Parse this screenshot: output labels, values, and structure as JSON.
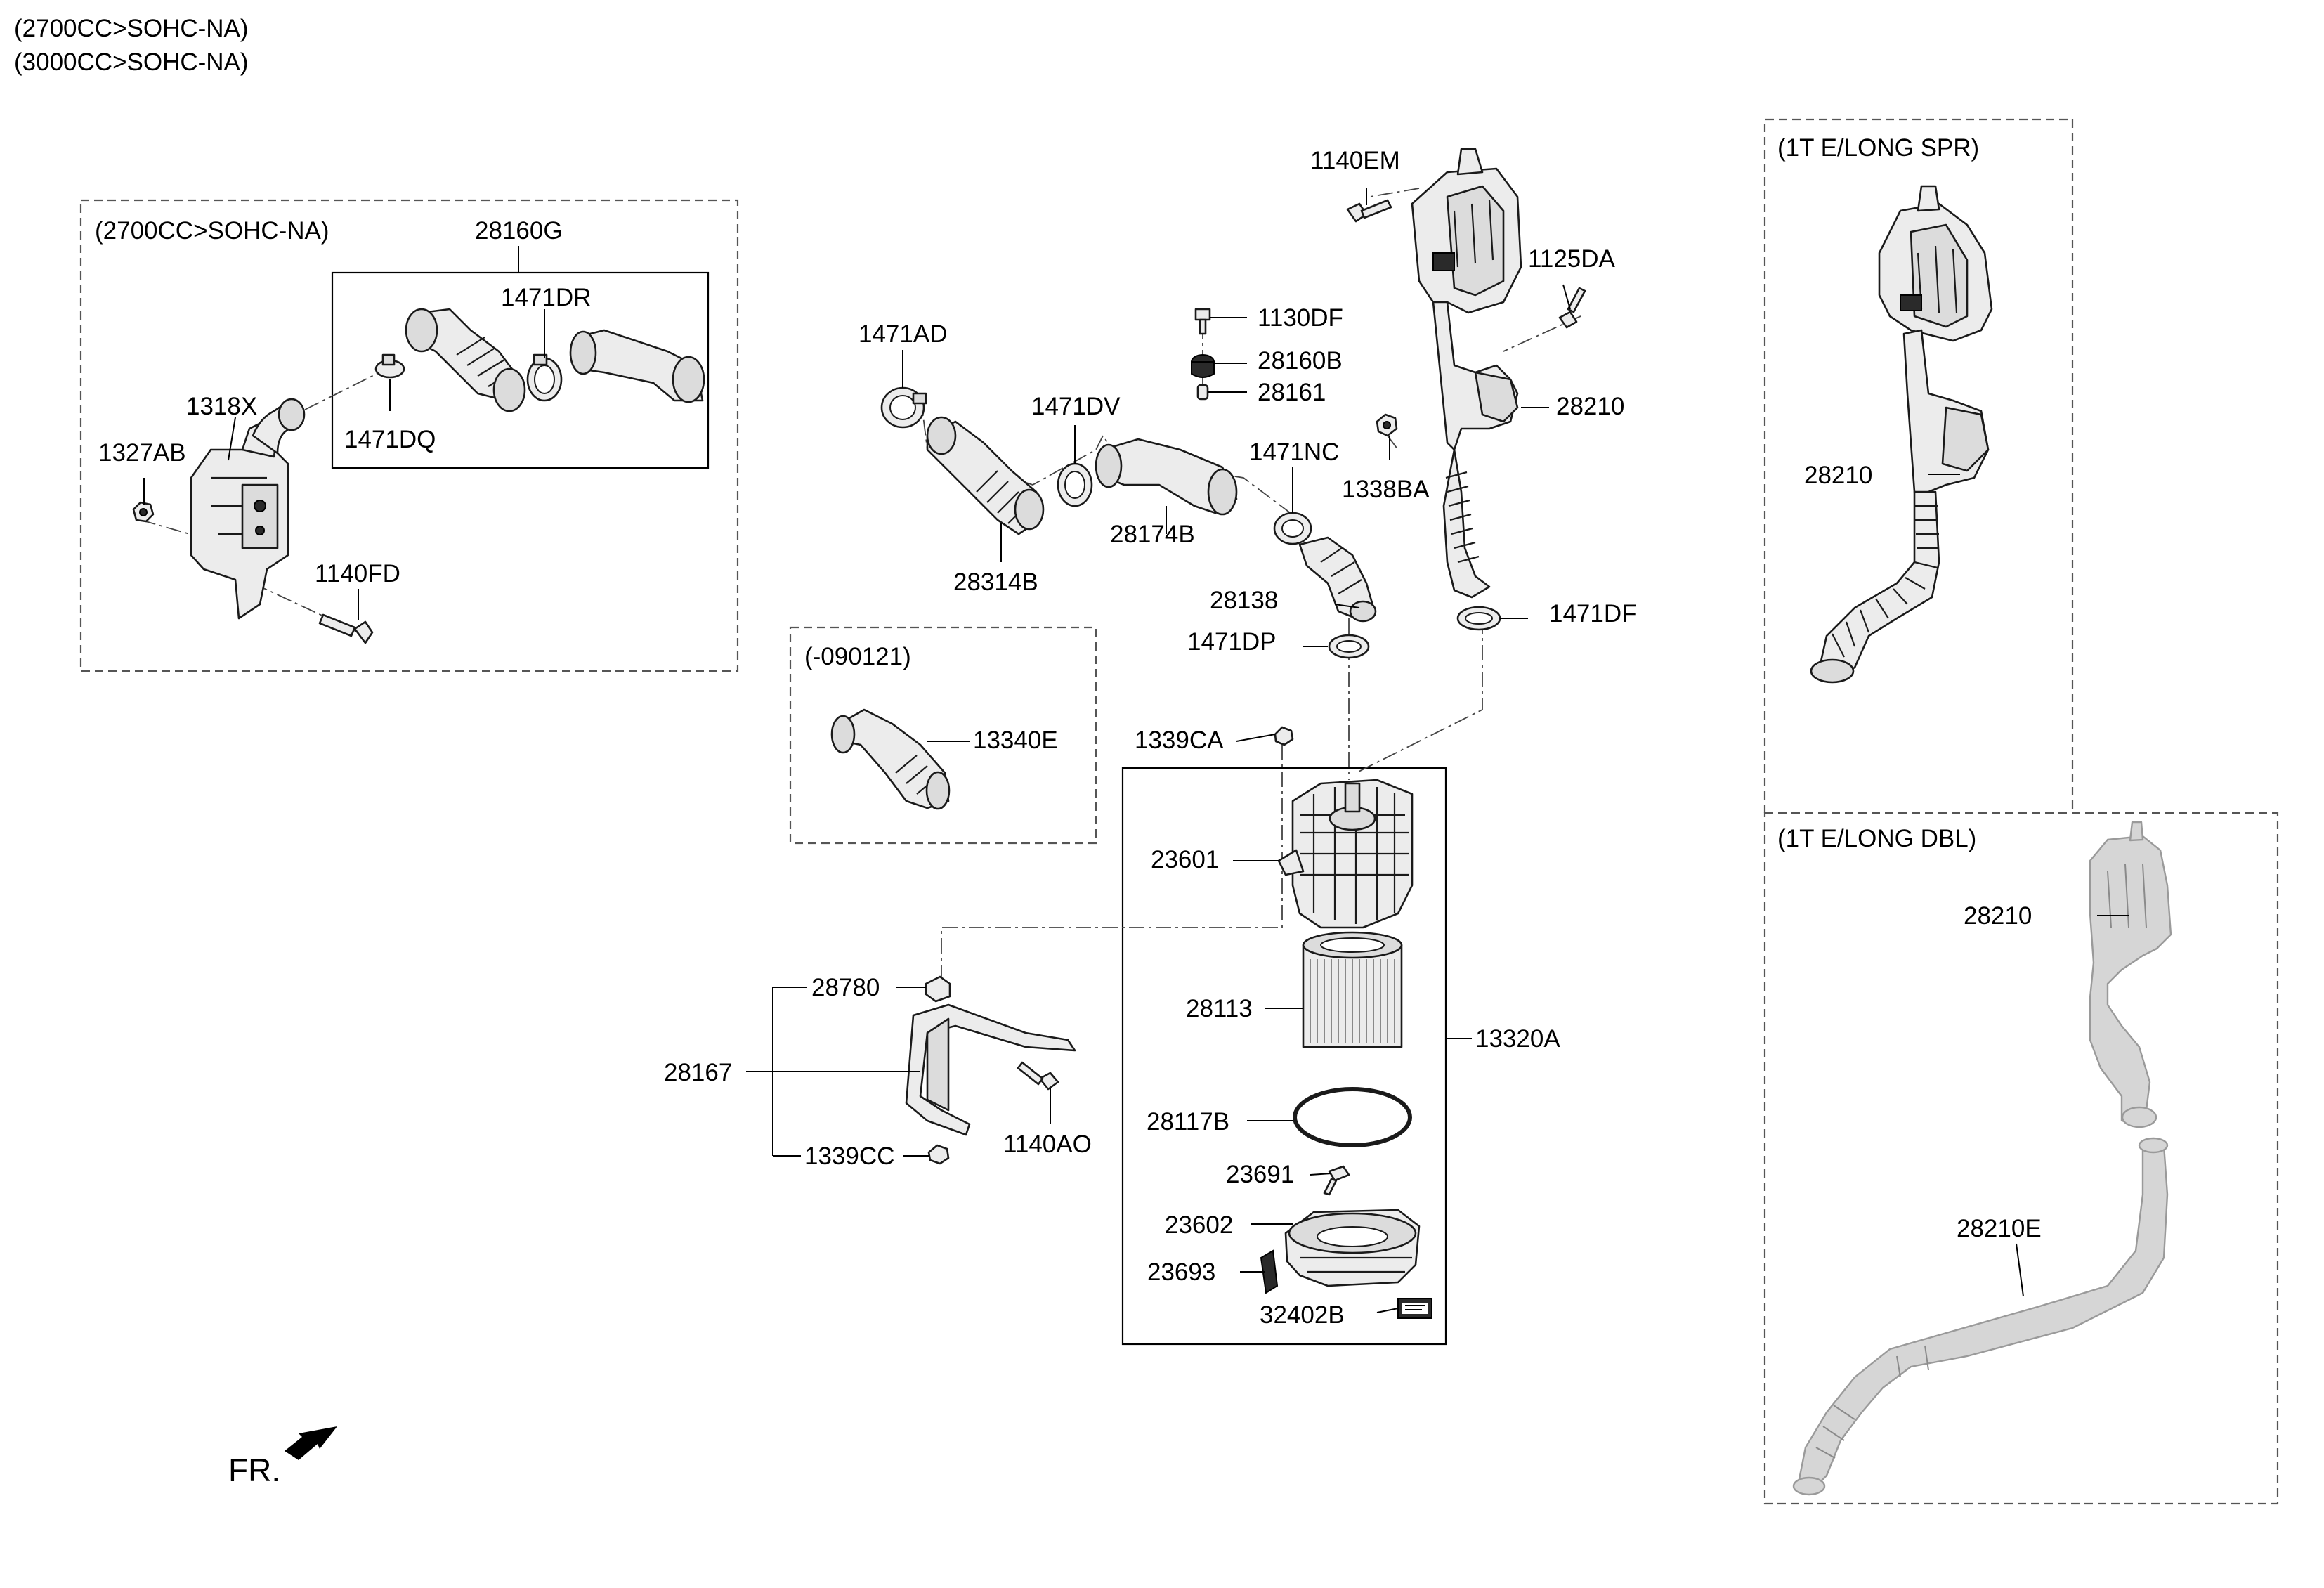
{
  "header": {
    "line1": "(2700CC>SOHC-NA)",
    "line2": "(3000CC>SOHC-NA)"
  },
  "groups": {
    "left_box_title": "(2700CC>SOHC-NA)",
    "inner_box_title": "28160G",
    "mid_box_title": "(-090121)",
    "spr_box_title": "(1T E/LONG SPR)",
    "dbl_box_title": "(1T E/LONG DBL)"
  },
  "labels": {
    "p1471DR": "1471DR",
    "p1318X": "1318X",
    "p1327AB": "1327AB",
    "p1471DQ": "1471DQ",
    "p1140FD": "1140FD",
    "p1471AD": "1471AD",
    "p1471DV": "1471DV",
    "p28314B": "28314B",
    "p28174B": "28174B",
    "p1130DF": "1130DF",
    "p28160B": "28160B",
    "p28161": "28161",
    "p1471NC": "1471NC",
    "p28138": "28138",
    "p1471DP": "1471DP",
    "p1140EM": "1140EM",
    "p1125DA": "1125DA",
    "p28210": "28210",
    "p1338BA": "1338BA",
    "p1471DF": "1471DF",
    "p13340E": "13340E",
    "p1339CA": "1339CA",
    "p23601": "23601",
    "p28113": "28113",
    "p13320A": "13320A",
    "p28117B": "28117B",
    "p23691": "23691",
    "p23602": "23602",
    "p23693": "23693",
    "p32402B": "32402B",
    "p28780": "28780",
    "p28167": "28167",
    "p1140AO": "1140AO",
    "p1339CC": "1339CC",
    "p28210_spr": "28210",
    "p28210_dbl": "28210",
    "p28210E": "28210E"
  },
  "fr_label": "FR."
}
